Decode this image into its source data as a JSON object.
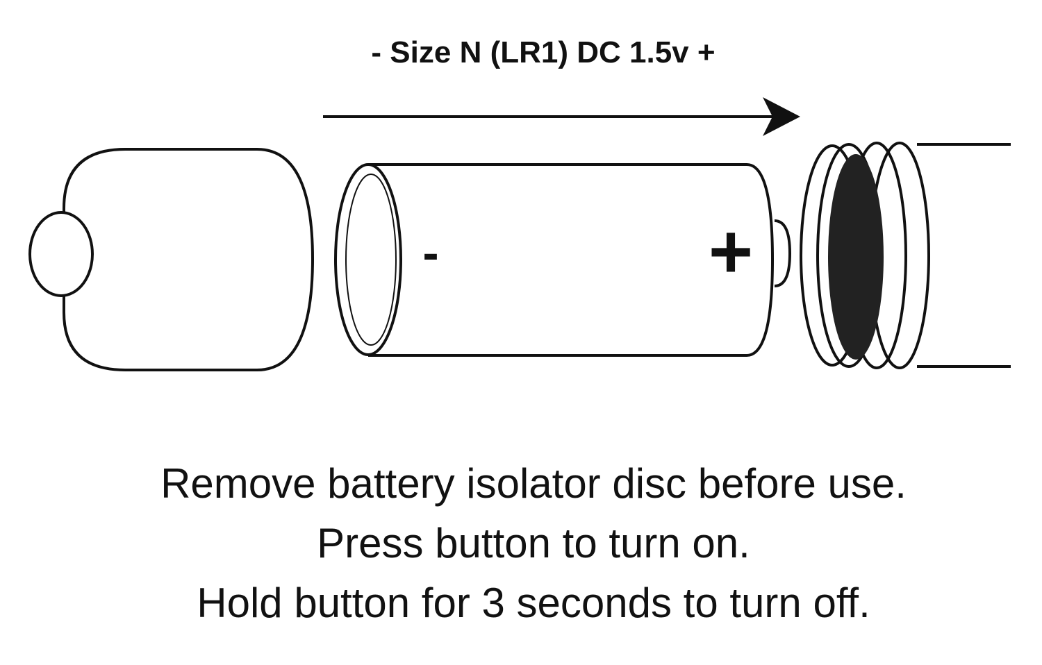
{
  "diagram": {
    "title": "- Size N (LR1) DC 1.5v +",
    "battery_minus": "-",
    "battery_plus": "+",
    "instructions": [
      "Remove battery isolator disc before use.",
      "Press button to turn on.",
      "Hold button for 3 seconds to turn off."
    ]
  }
}
